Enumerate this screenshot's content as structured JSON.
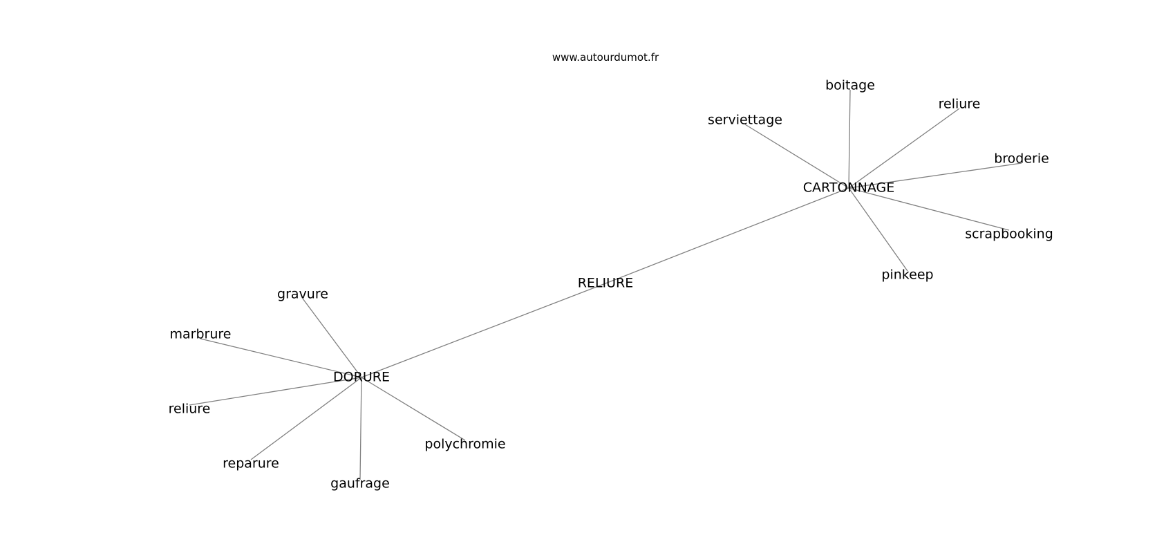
{
  "header": {
    "site": "www.autourdumot.fr"
  },
  "graph": {
    "nodes": [
      {
        "id": "reliure_center",
        "label": "RELIURE",
        "kind": "hub"
      },
      {
        "id": "cartonnage",
        "label": "CARTONNAGE",
        "kind": "hub"
      },
      {
        "id": "dorure",
        "label": "DORURE",
        "kind": "hub"
      },
      {
        "id": "boitage",
        "label": "boitage",
        "kind": "leaf"
      },
      {
        "id": "reliure_c",
        "label": "reliure",
        "kind": "leaf"
      },
      {
        "id": "serviettage",
        "label": "serviettage",
        "kind": "leaf"
      },
      {
        "id": "broderie",
        "label": "broderie",
        "kind": "leaf"
      },
      {
        "id": "scrapbooking",
        "label": "scrapbooking",
        "kind": "leaf"
      },
      {
        "id": "pinkeep",
        "label": "pinkeep",
        "kind": "leaf"
      },
      {
        "id": "gravure",
        "label": "gravure",
        "kind": "leaf"
      },
      {
        "id": "marbrure",
        "label": "marbrure",
        "kind": "leaf"
      },
      {
        "id": "reliure_d",
        "label": "reliure",
        "kind": "leaf"
      },
      {
        "id": "reparure",
        "label": "reparure",
        "kind": "leaf"
      },
      {
        "id": "gaufrage",
        "label": "gaufrage",
        "kind": "leaf"
      },
      {
        "id": "polychromie",
        "label": "polychromie",
        "kind": "leaf"
      }
    ],
    "edges": [
      {
        "from": "reliure_center",
        "to": "cartonnage"
      },
      {
        "from": "reliure_center",
        "to": "dorure"
      },
      {
        "from": "cartonnage",
        "to": "boitage"
      },
      {
        "from": "cartonnage",
        "to": "reliure_c"
      },
      {
        "from": "cartonnage",
        "to": "serviettage"
      },
      {
        "from": "cartonnage",
        "to": "broderie"
      },
      {
        "from": "cartonnage",
        "to": "scrapbooking"
      },
      {
        "from": "cartonnage",
        "to": "pinkeep"
      },
      {
        "from": "dorure",
        "to": "gravure"
      },
      {
        "from": "dorure",
        "to": "marbrure"
      },
      {
        "from": "dorure",
        "to": "reliure_d"
      },
      {
        "from": "dorure",
        "to": "reparure"
      },
      {
        "from": "dorure",
        "to": "gaufrage"
      },
      {
        "from": "dorure",
        "to": "polychromie"
      }
    ],
    "colors": {
      "edge": "#808080",
      "text": "#000000",
      "background": "#ffffff"
    }
  }
}
